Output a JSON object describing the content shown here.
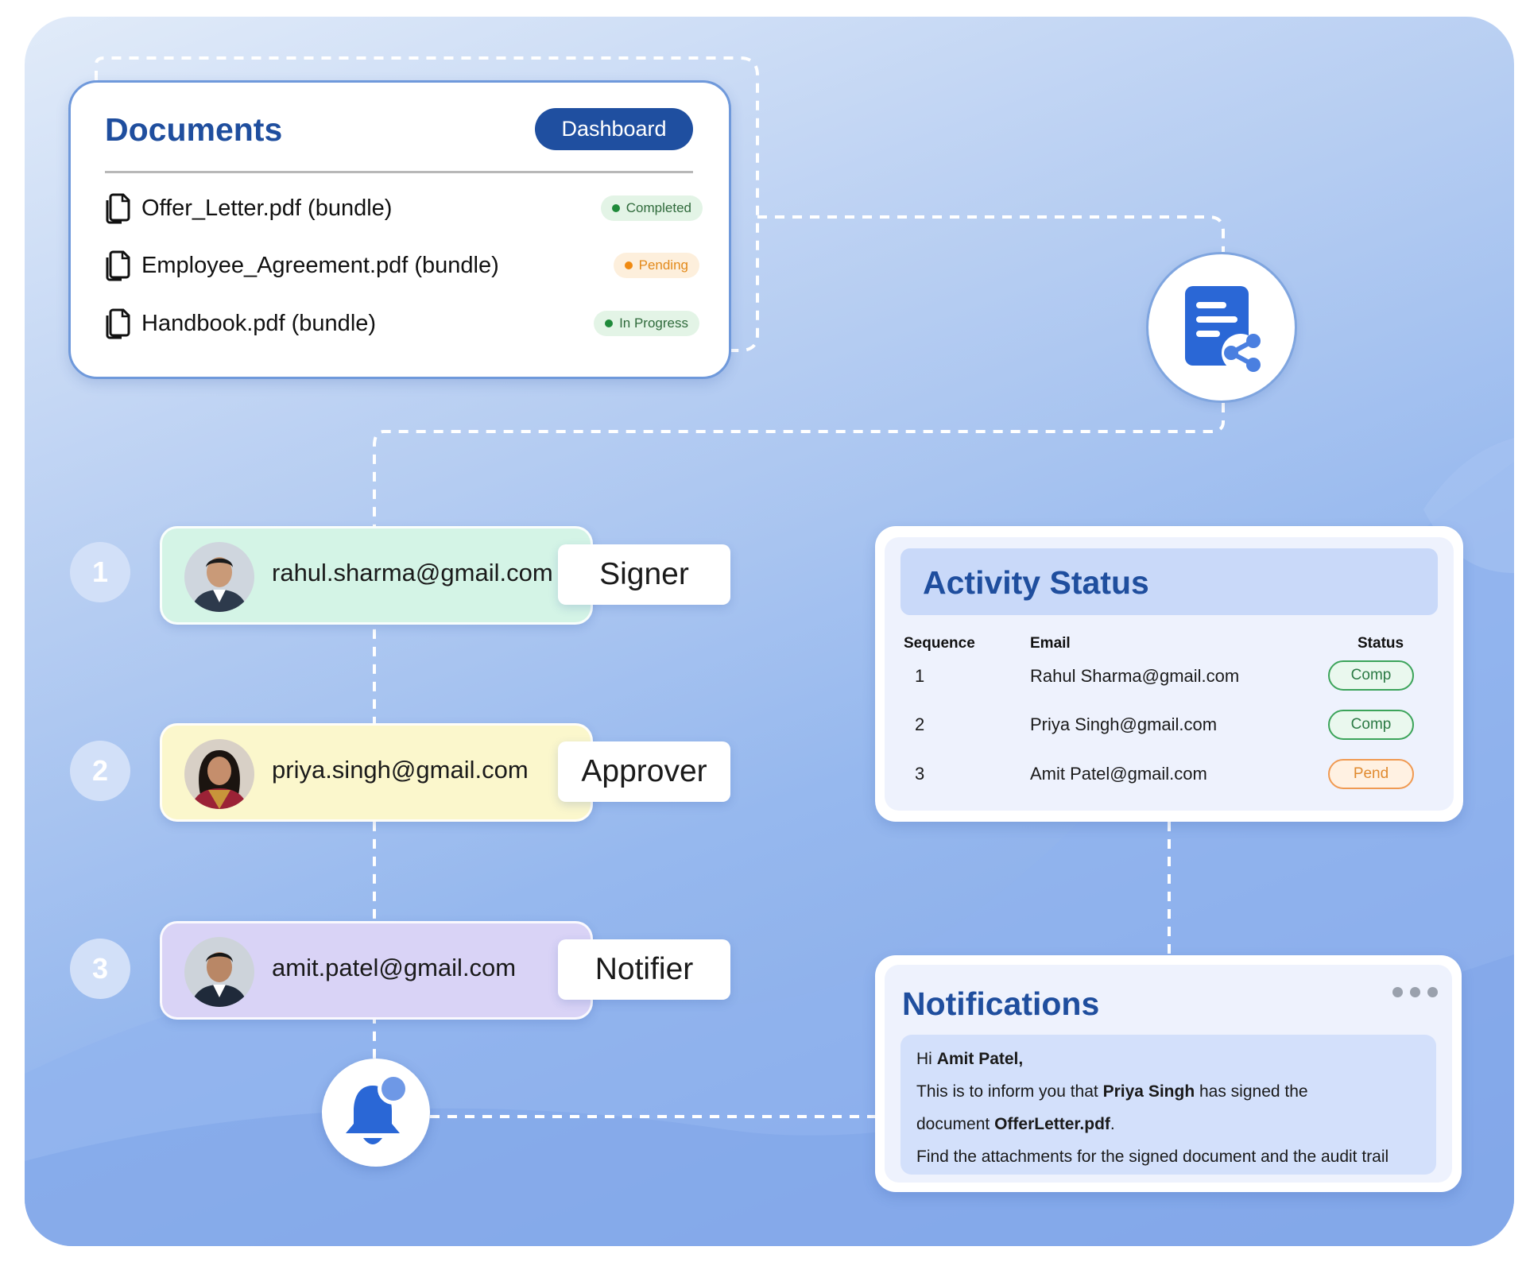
{
  "documents": {
    "title": "Documents",
    "dashboard_label": "Dashboard",
    "items": [
      {
        "name": "Offer_Letter.pdf (bundle)",
        "status": "Completed",
        "status_color": "#1f8a3a"
      },
      {
        "name": "Employee_Agreement.pdf (bundle)",
        "status": "Pending",
        "status_color": "#f08a12"
      },
      {
        "name": "Handbook.pdf (bundle)",
        "status": "In Progress",
        "status_color": "#1f8a3a"
      }
    ]
  },
  "share_icon": "document-share-icon",
  "recipients": [
    {
      "step": "1",
      "email": "rahul.sharma@gmail.com",
      "role": "Signer",
      "color": "#d4f4e6"
    },
    {
      "step": "2",
      "email": "priya.singh@gmail.com",
      "role": "Approver",
      "color": "#fbf7cc"
    },
    {
      "step": "3",
      "email": "amit.patel@gmail.com",
      "role": "Notifier",
      "color": "#d9d3f6"
    }
  ],
  "bell_icon": "bell-notification-icon",
  "activity": {
    "title": "Activity Status",
    "headers": {
      "sequence": "Sequence",
      "email": "Email",
      "status": "Status"
    },
    "rows": [
      {
        "seq": "1",
        "email": "Rahul Sharma@gmail.com",
        "status": "Comp"
      },
      {
        "seq": "2",
        "email": "Priya Singh@gmail.com",
        "status": "Comp"
      },
      {
        "seq": "3",
        "email": "Amit Patel@gmail.com",
        "status": "Pend"
      }
    ]
  },
  "notifications": {
    "title": "Notifications",
    "greeting": "Hi",
    "greeting_name": "Amit Patel,",
    "line1_pre": "This is to inform you that",
    "line1_name": "Priya Singh",
    "line1_post": "has signed the",
    "line2_pre": "document",
    "line2_doc": "OfferLetter.pdf",
    "line2_post": ".",
    "line3": "Find the attachments for the signed document and the audit trail"
  },
  "colors": {
    "accent": "#1f4fa0",
    "title_blue": "#1f4e9e",
    "completed": "#3ca45a",
    "pending": "#f09a52"
  }
}
